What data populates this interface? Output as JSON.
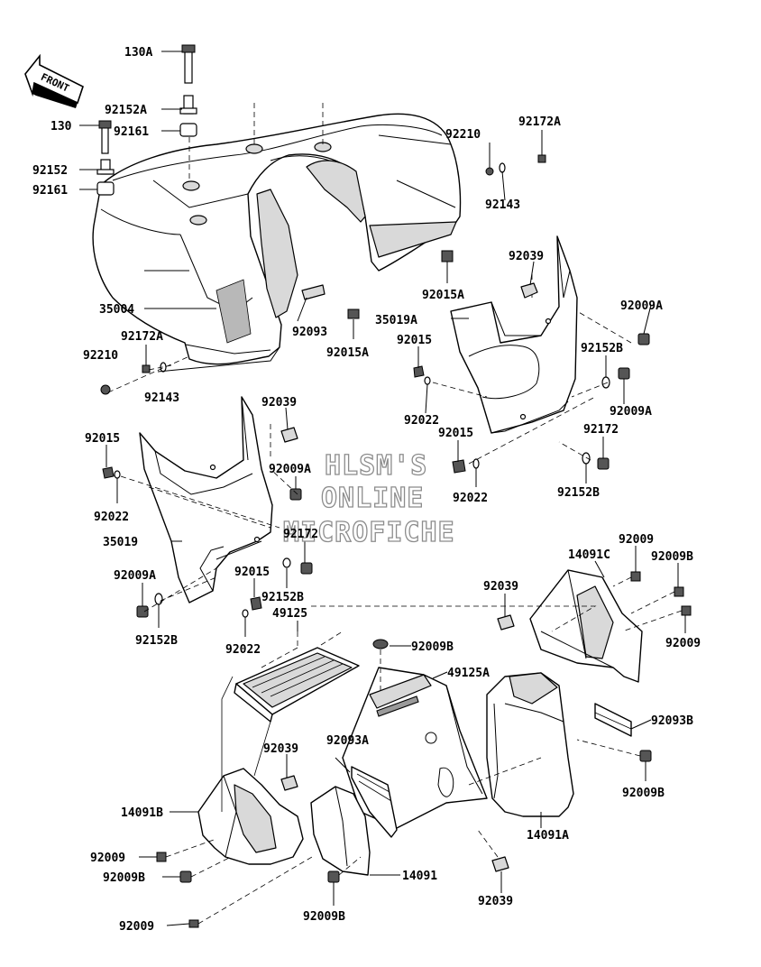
{
  "front_arrow": {
    "text": "FRONT"
  },
  "watermark": {
    "line1": "HLSM'S",
    "line2": "ONLINE",
    "line3": "MICROFICHE"
  },
  "labels": {
    "p130A": "130A",
    "p92152A": "92152A",
    "p130": "130",
    "p92161_a": "92161",
    "p92152": "92152",
    "p92161_b": "92161",
    "p35004": "35004",
    "p92172A_l": "92172A",
    "p92210_l": "92210",
    "p92143_l": "92143",
    "p92093_top": "92093",
    "p92015A_mid": "92015A",
    "p92210_r": "92210",
    "p92172A_r": "92172A",
    "p92143_r": "92143",
    "p92015A_r": "92015A",
    "p92039_r": "92039",
    "p35019A": "35019A",
    "p92009A_r1": "92009A",
    "p92015_r": "92015",
    "p92152B_r1": "92152B",
    "p92022_r1": "92022",
    "p92009A_r2": "92009A",
    "p92015_r2": "92015",
    "p92172_r": "92172",
    "p92022_r2": "92022",
    "p92152B_r2": "92152B",
    "p92039_l": "92039",
    "p92015_l": "92015",
    "p92009A_l1": "92009A",
    "p92022_l1": "92022",
    "p35019": "35019",
    "p92172_l": "92172",
    "p92009A_l2": "92009A",
    "p92015_l2": "92015",
    "p92152B_l1": "92152B",
    "p92152B_l2": "92152B",
    "p92022_l2": "92022",
    "p49125": "49125",
    "p14091C": "14091C",
    "p92009_rt1": "92009",
    "p92009B_rt": "92009B",
    "p92039_c": "92039",
    "p92009_rt2": "92009",
    "p92009B_c": "92009B",
    "p49125A": "49125A",
    "p92093B": "92093B",
    "p92039_bl": "92039",
    "p92093A": "92093A",
    "p92009B_br": "92009B",
    "p14091B": "14091B",
    "p14091A": "14091A",
    "p92009_bl1": "92009",
    "p14091": "14091",
    "p92009B_bl": "92009B",
    "p92039_b": "92039",
    "p92009B_b": "92009B",
    "p92009_bl2": "92009"
  }
}
